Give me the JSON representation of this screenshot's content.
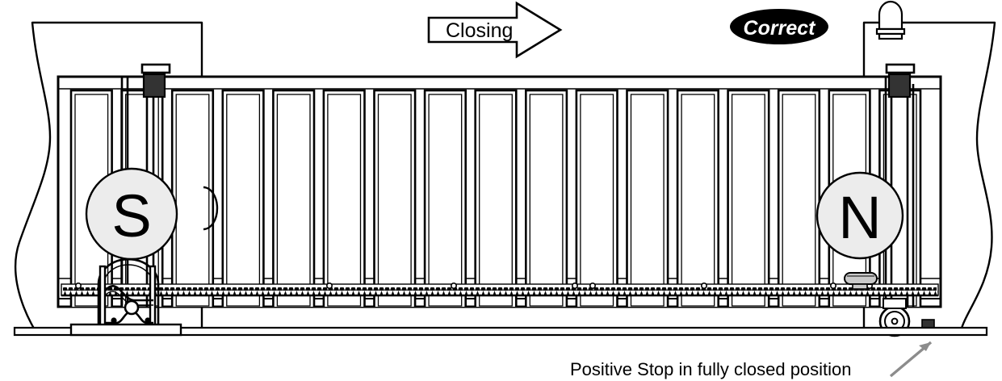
{
  "figure": {
    "title": "Slide gate closing with positive stop",
    "type": "technical-line-diagram"
  },
  "annotations": {
    "direction_arrow": {
      "label": "Closing",
      "icon": "right-arrow-icon",
      "direction": "right"
    },
    "verdict_badge": {
      "label": "Correct",
      "bg_color": "#000000",
      "text_color": "#ffffff"
    },
    "stop_caption": {
      "text": "Positive Stop in fully closed position",
      "leader_color": "#808080"
    }
  },
  "magnets": [
    {
      "pole": "S",
      "name": "south-pole-magnet",
      "fill": "#ececec",
      "stroke": "#000000"
    },
    {
      "pole": "N",
      "name": "north-pole-magnet",
      "fill": "#ececec",
      "stroke": "#000000"
    }
  ],
  "components": {
    "gate_panel": "sliding-gate-panel",
    "picket_count": 17,
    "gear_rack": "toothed-gear-rack",
    "roller_assembly": "gate-roller-carriage",
    "positive_stop": "positive-stop-block",
    "guide_roller_left": "top-guide-roller-left",
    "guide_roller_right": "top-guide-roller-right",
    "pillar_lamp": "pillar-dome-lamp",
    "left_wall": "left-wall-break-line",
    "right_wall": "right-wall-break-line",
    "ground_line": "ground-surface-line",
    "concrete_pad": "concrete-mounting-pad"
  },
  "colors": {
    "line": "#000000",
    "hardware_dark": "#333333",
    "magnet_fill": "#ececec",
    "bracket_gray": "#c9c9c9",
    "leader_gray": "#8c8c8c",
    "background": "#ffffff"
  }
}
